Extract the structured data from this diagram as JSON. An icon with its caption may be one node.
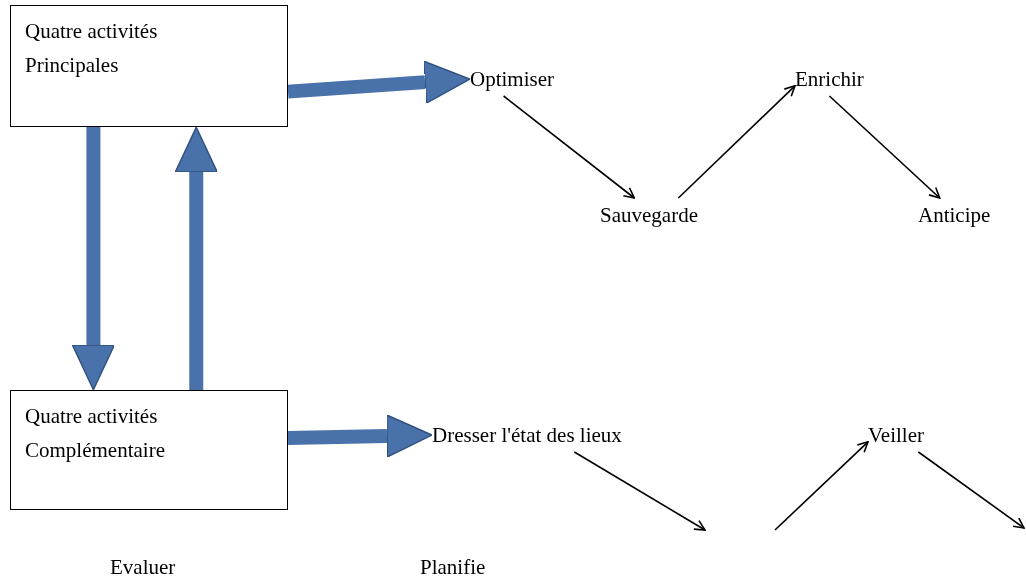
{
  "diagram": {
    "nodes": [
      {
        "text": [
          "Quatre activités Principales"
        ]
      },
      {
        "text": [
          "Quatre activités Complémentaire"
        ]
      },
      {
        "text": [
          "Optimiser"
        ]
      },
      {
        "text": [
          "Sauvegarde"
        ]
      },
      {
        "text": [
          "Enrichir"
        ]
      },
      {
        "text": [
          "Anticipe"
        ]
      },
      {
        "text": [
          "Dresser l'état des lieux"
        ]
      },
      {
        "text": [
          "Veiller"
        ]
      }
    ],
    "edges": [
      {
        "from": 0,
        "to": 2,
        "arrow": "to",
        "style": "thick",
        "color": "#4a72aa"
      },
      {
        "from": 0,
        "to": 1,
        "arrow": "to",
        "style": "thick",
        "color": "#4a72aa"
      },
      {
        "from": 1,
        "to": 0,
        "arrow": "to",
        "style": "thick",
        "color": "#4a72aa"
      },
      {
        "from": 2,
        "to": 3,
        "arrow": "to"
      },
      {
        "from": 3,
        "to": 4,
        "arrow": "to"
      },
      {
        "from": 4,
        "to": 5,
        "arrow": "to"
      },
      {
        "from": 1,
        "to": 6,
        "arrow": "to",
        "style": "thick",
        "color": "#4a72aa"
      },
      {
        "from": 6,
        "to": null,
        "arrow": "to"
      },
      {
        "from": null,
        "to": 7,
        "arrow": "to"
      },
      {
        "from": 7,
        "to": null,
        "arrow": "to"
      }
    ],
    "labels": [
      "Evaluer",
      "Planifie"
    ]
  }
}
